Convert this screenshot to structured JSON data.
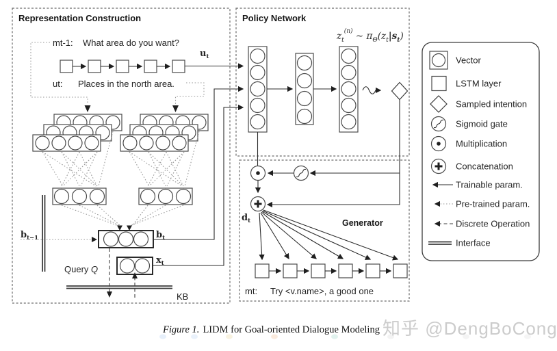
{
  "panels": {
    "representation": {
      "title": "Representation Construction"
    },
    "policy": {
      "title": "Policy Network"
    },
    "generator": {
      "title": "Generator"
    }
  },
  "dialogue": {
    "prev_label": "mt-1:",
    "prev_text": "What area do you want?",
    "user_label": "ut:",
    "user_text": "Places in the north area.",
    "gen_label": "mt:",
    "gen_text": "Try <v.name>, a good one"
  },
  "math": {
    "u_base": "u",
    "u_sub": "t",
    "bprev_base": "b",
    "bprev_sub": "t−1",
    "b_base": "b",
    "b_sub": "t",
    "x_base": "x",
    "x_sub": "t",
    "d_base": "d",
    "d_sub": "t",
    "formula": {
      "z": "z",
      "z_sub": "t",
      "z_sup": "(n)",
      "sim": " ∼ π",
      "pi_sub": "Θ",
      "open": "(z",
      "open_sub": "t",
      "bar": "|s",
      "bar_sub": "t",
      "close": ")"
    }
  },
  "labels": {
    "query": "Query ",
    "query_sym": "Q",
    "kb": "KB"
  },
  "legend": {
    "items": [
      {
        "icon": "vector-icon",
        "label": "Vector"
      },
      {
        "icon": "lstm-layer-icon",
        "label": "LSTM layer"
      },
      {
        "icon": "sampled-intention-icon",
        "label": "Sampled intention"
      },
      {
        "icon": "sigmoid-gate-icon",
        "label": "Sigmoid gate"
      },
      {
        "icon": "multiplication-icon",
        "label": "Multiplication"
      },
      {
        "icon": "concatenation-icon",
        "label": "Concatenation"
      },
      {
        "icon": "trainable-param-icon",
        "label": "Trainable param."
      },
      {
        "icon": "pretrained-param-icon",
        "label": "Pre-trained param."
      },
      {
        "icon": "discrete-operation-icon",
        "label": "Discrete Operation"
      },
      {
        "icon": "interface-icon",
        "label": "Interface"
      }
    ]
  },
  "caption": {
    "figure_label": "Figure 1.",
    "text": "LIDM for Goal-oriented Dialogue Modeling"
  },
  "watermark": "知乎 @DengBoCong",
  "colors": {
    "ink": "#2b2b2b",
    "pretrained_line": "#9a9a9a",
    "watermark": "#cccccc"
  }
}
